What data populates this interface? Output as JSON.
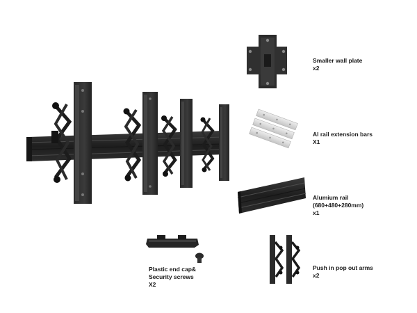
{
  "colors": {
    "metal_dark": "#1f1f1f",
    "metal_mid": "#2e2e2e",
    "metal_light": "#3c3c3c",
    "aluminium": "#d9d9d9",
    "aluminium_edge": "#b8b8b8",
    "background": "#ffffff"
  },
  "parts": {
    "wall_plate": {
      "name": "Smaller wall plate",
      "qty": "x2"
    },
    "extension_bars": {
      "name": "Al rail extension bars",
      "qty": "X1"
    },
    "alu_rail": {
      "name": "Alumium rail",
      "spec": "(680+480+280mm)",
      "qty": "x1"
    },
    "end_cap": {
      "name": "Plastic end cap&",
      "name2": "Security screws",
      "qty": "X2"
    },
    "push_arms": {
      "name": "Push in pop out arms",
      "qty": "x2"
    }
  }
}
